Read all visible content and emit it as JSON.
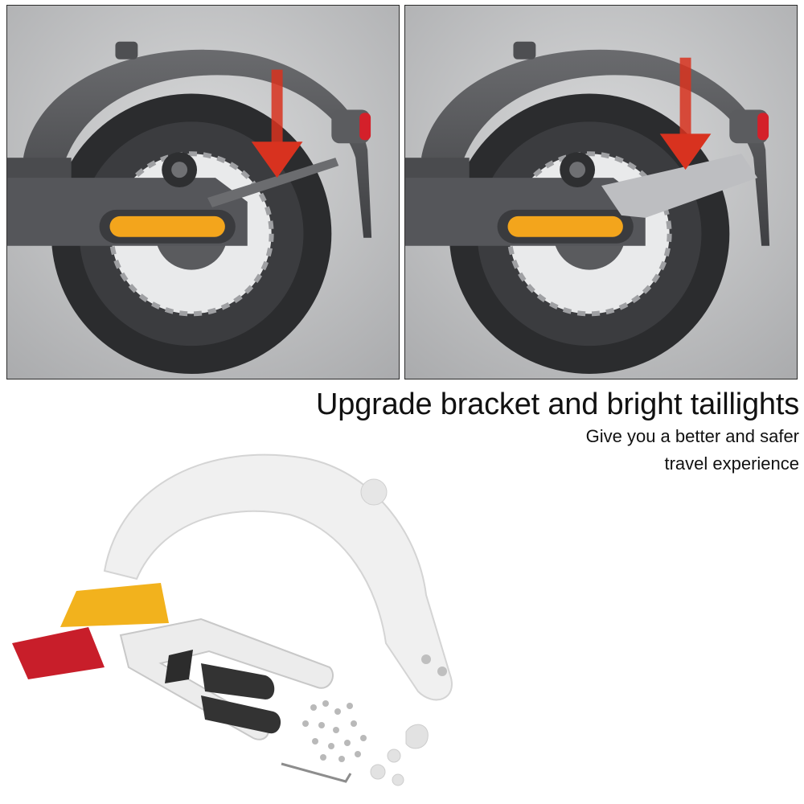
{
  "headline": "Upgrade bracket and bright taillights",
  "subline": [
    "Give you a better and safer",
    "travel experience"
  ],
  "colors": {
    "background": "#ffffff",
    "panel_border": "#2a2a2a",
    "arrow_red": "#d8321f",
    "reflector_amber": "#f3a51c",
    "taillight_red": "#d4202a",
    "fender_dark": "#4e4f52",
    "fender_white": "#efefef",
    "reflector_sheet_red": "#c81e2a",
    "reflector_sheet_yellow": "#f2b21d"
  },
  "panels": [
    {
      "name": "original-bracket-view",
      "bracket": "thin-original"
    },
    {
      "name": "upgraded-bracket-view",
      "bracket": "wide-upgraded"
    }
  ]
}
